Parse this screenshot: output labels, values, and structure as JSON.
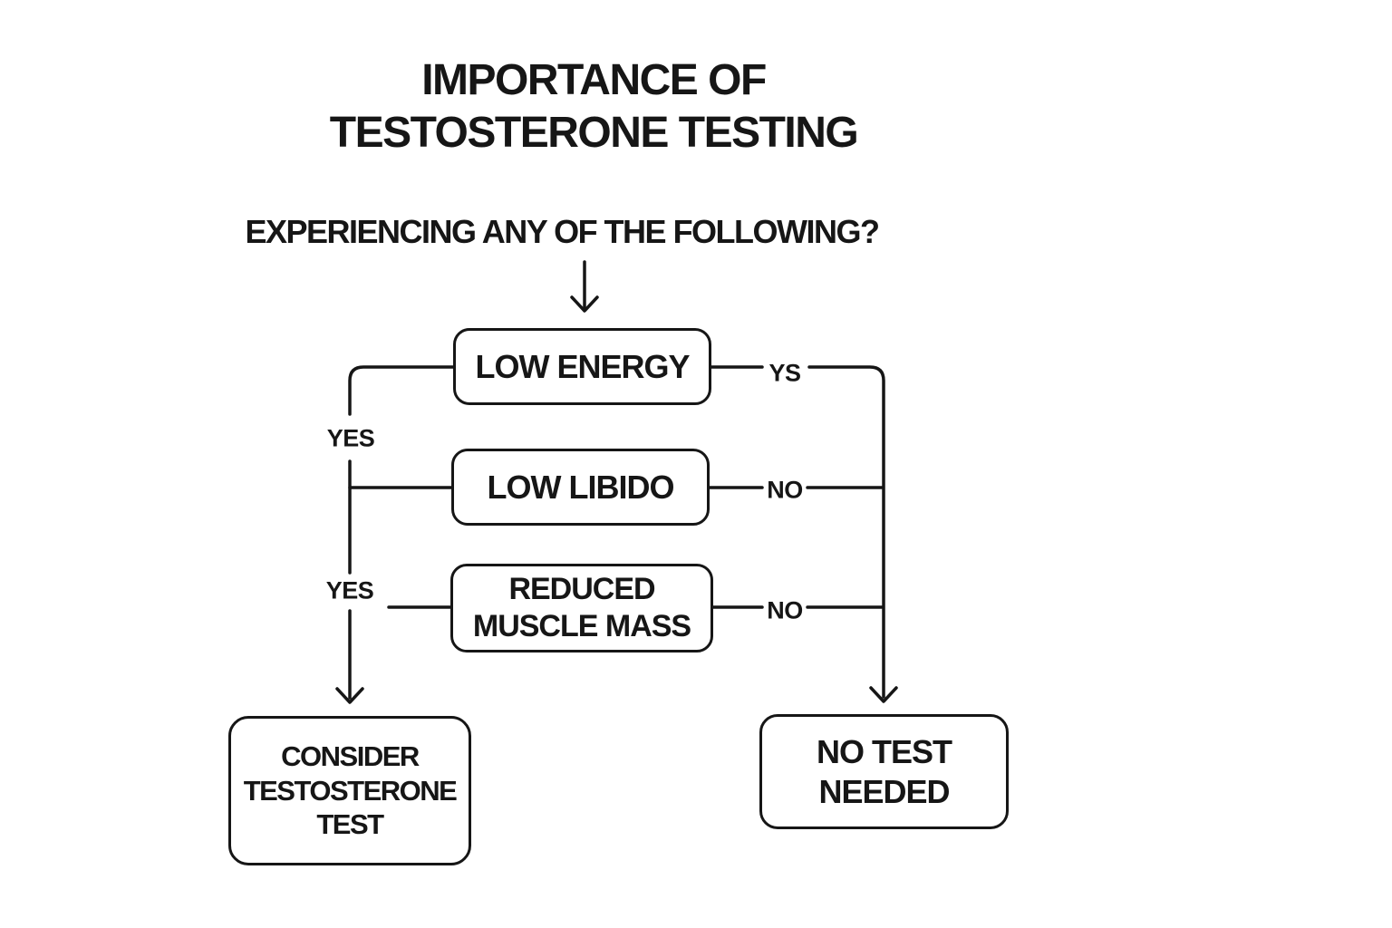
{
  "colors": {
    "ink": "#161616",
    "background": "#ffffff"
  },
  "title": {
    "line1": "IMPORTANCE OF",
    "line2": "TESTOSTERONE TESTING"
  },
  "question": "EXPERIENCING ANY OF THE FOLLOWING?",
  "nodes": {
    "low_energy": "LOW ENERGY",
    "low_libido": "LOW LIBIDO",
    "reduced_muscle_mass": "REDUCED MUSCLE MASS",
    "consider_test": "CONSIDER TESTOSTERONE TEST",
    "no_test": "NO TEST NEEDED"
  },
  "edge_labels": {
    "energy_left": "YES",
    "energy_right": "YS",
    "libido_right": "NO",
    "muscle_left": "YES",
    "muscle_right": "NO"
  }
}
